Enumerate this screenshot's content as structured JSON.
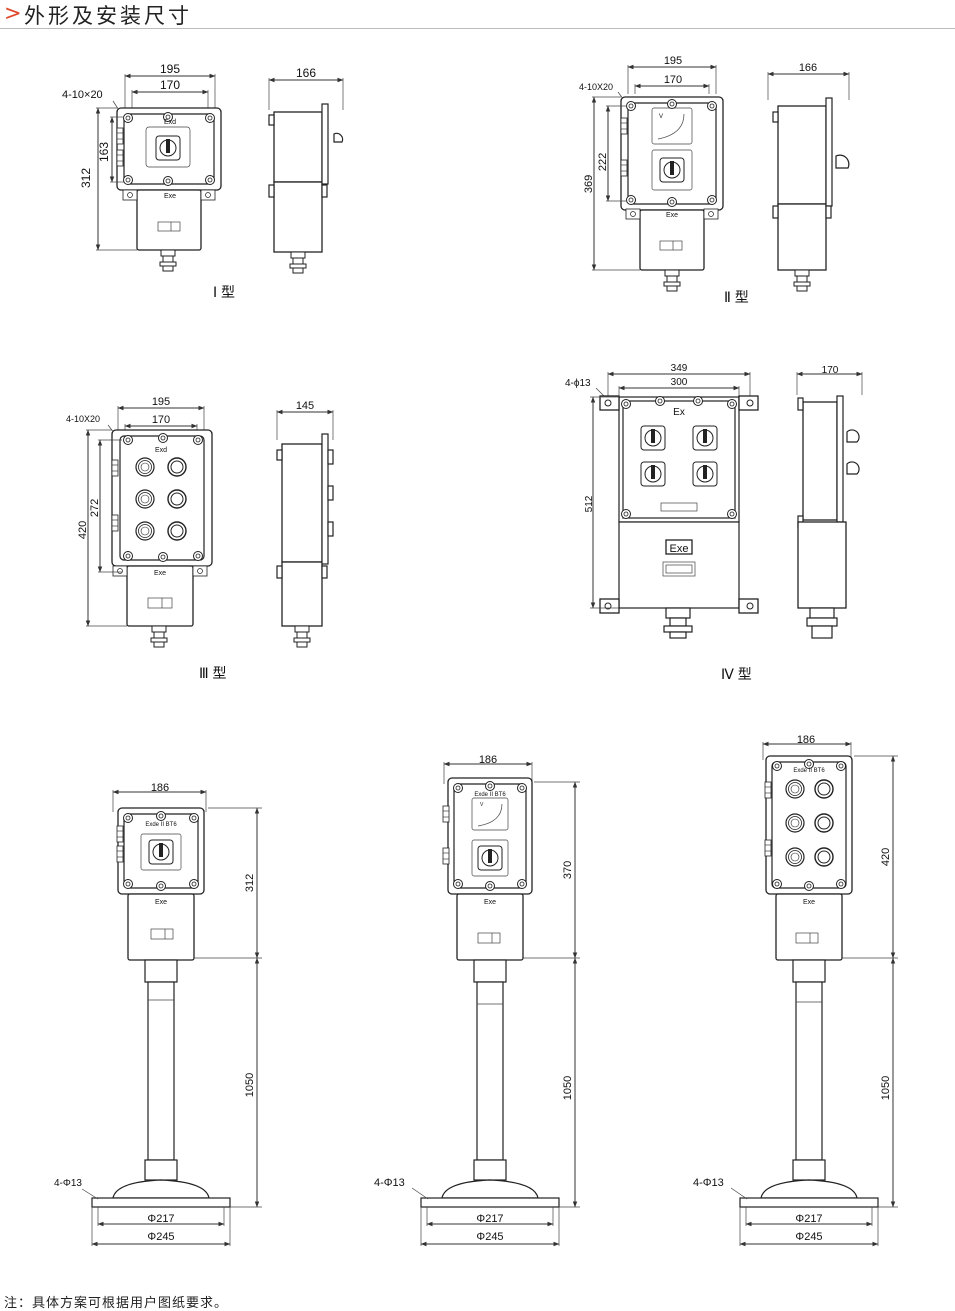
{
  "header": {
    "title": "外形及安装尺寸"
  },
  "types": [
    {
      "label": "Ⅰ 型",
      "dims": {
        "w_outer": "195",
        "w_inner": "170",
        "holes": "4-10×20",
        "h_upper": "163",
        "h_total": "312",
        "depth": "166"
      },
      "marks": {
        "top": "Exd",
        "bottom": "Exe"
      }
    },
    {
      "label": "Ⅱ 型",
      "dims": {
        "w_outer": "195",
        "w_inner": "170",
        "holes": "4-10X20",
        "h_upper": "222",
        "h_total": "369",
        "depth": "166"
      },
      "marks": {
        "bottom": "Exe"
      }
    },
    {
      "label": "Ⅲ 型",
      "dims": {
        "w_outer": "195",
        "w_inner": "170",
        "holes": "4-10X20",
        "h_upper": "272",
        "h_total": "420",
        "depth": "145"
      },
      "marks": {
        "top": "Exd",
        "bottom": "Exe"
      }
    },
    {
      "label": "Ⅳ 型",
      "dims": {
        "w_outer": "349",
        "w_inner": "300",
        "holes": "4-ϕ13",
        "h_total": "512",
        "depth": "170"
      },
      "marks": {
        "top": "Ex",
        "bottom": "Exe"
      }
    }
  ],
  "stands": [
    {
      "width": "186",
      "h_box": "312",
      "h_pole": "1050",
      "holes": "4-Φ13",
      "base_inner": "Φ217",
      "base_outer": "Φ245",
      "mark_top": "Exde II BT6",
      "mark_bottom": "Exe"
    },
    {
      "width": "186",
      "h_box": "370",
      "h_pole": "1050",
      "holes": "4-Φ13",
      "base_inner": "Φ217",
      "base_outer": "Φ245",
      "mark_top": "Exde II BT6",
      "mark_bottom": "Exe"
    },
    {
      "width": "186",
      "h_box": "420",
      "h_pole": "1050",
      "holes": "4-Φ13",
      "base_inner": "Φ217",
      "base_outer": "Φ245",
      "mark_top": "Exde II BT6",
      "mark_bottom": "Exe"
    }
  ],
  "note": "注：具体方案可根据用户图纸要求。"
}
